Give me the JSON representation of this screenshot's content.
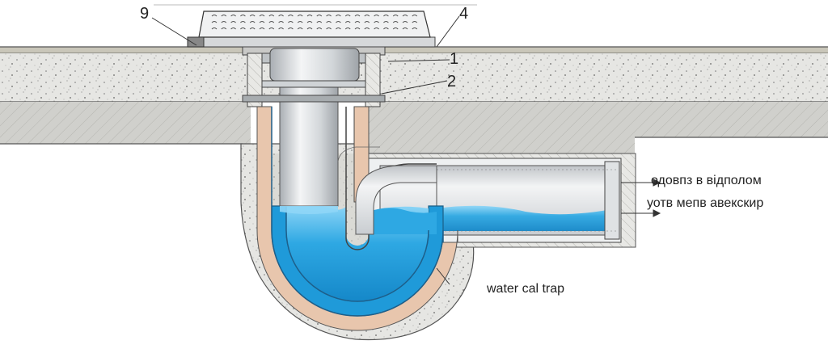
{
  "callouts": {
    "part_9": "9",
    "part_4": "4",
    "part_1": "1",
    "part_2": "2",
    "outlet_line_1": "одовпз в відполом",
    "outlet_line_2": "уотв мепв авекскир",
    "water_trap": "water cal trap"
  },
  "colors": {
    "water": "#29a9e6",
    "water_light": "#7fd0f5",
    "pipe": "#d9dde0",
    "concrete": "#e3e3e1",
    "screed": "#d3d3cf",
    "gasket": "#e9c8b0",
    "ink": "#222222"
  },
  "icons": {
    "grate": "drain-grate-icon",
    "arrow": "arrow-right-icon"
  }
}
